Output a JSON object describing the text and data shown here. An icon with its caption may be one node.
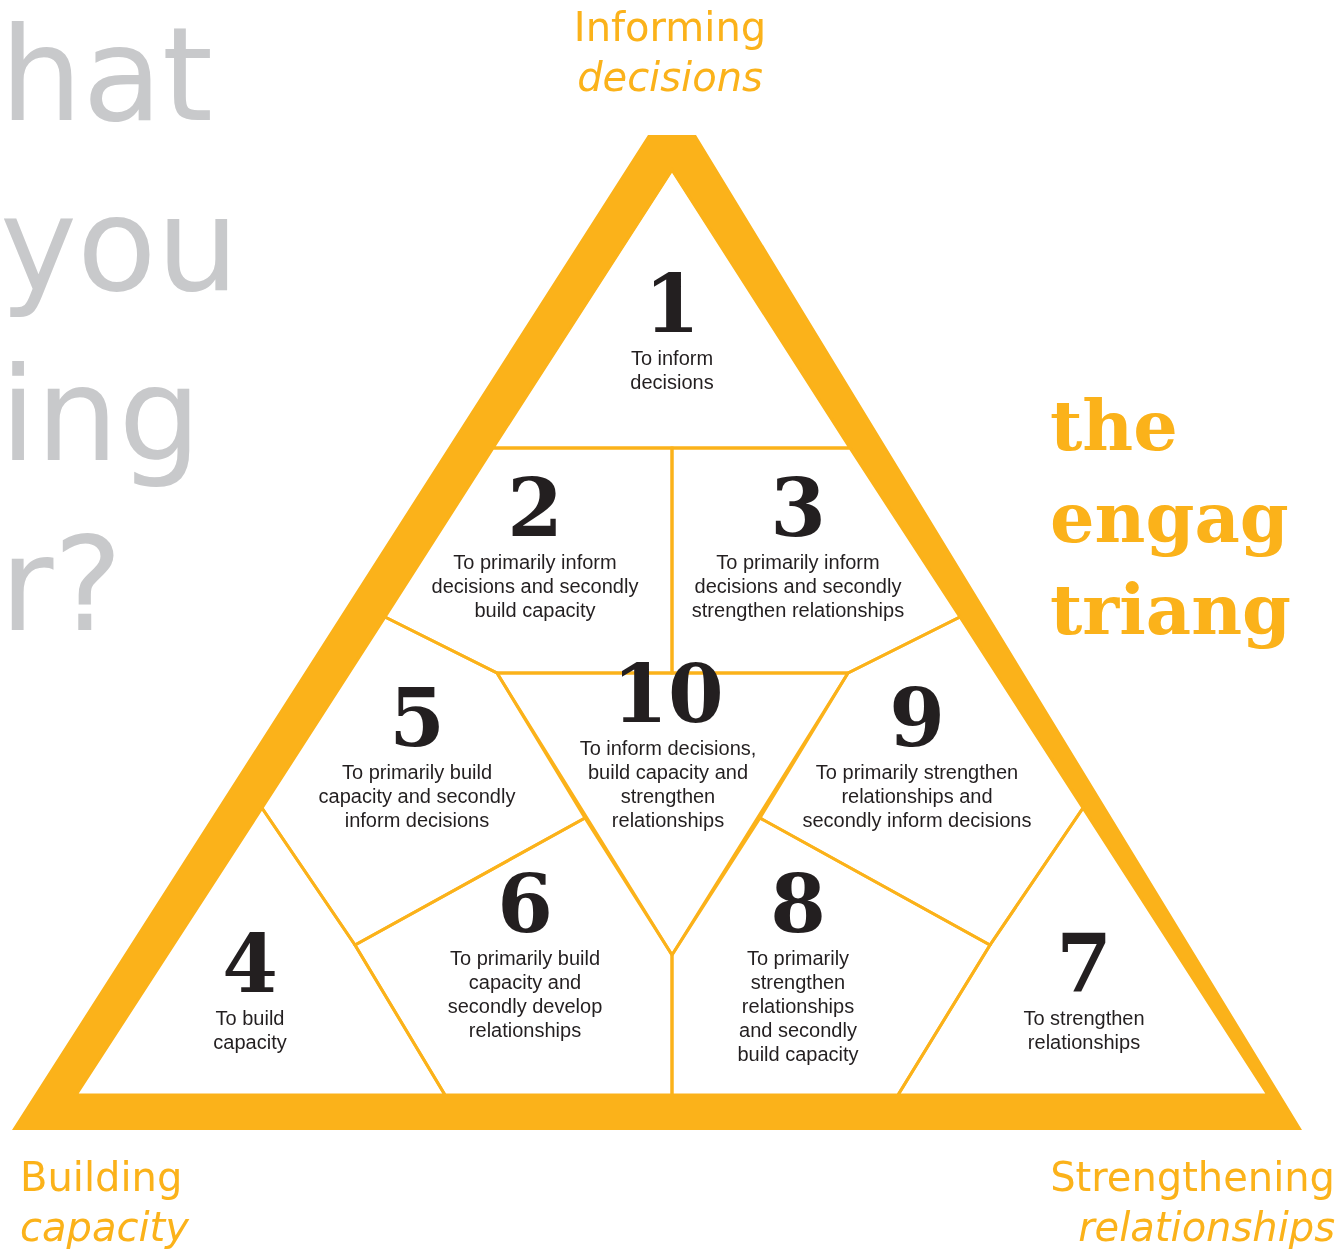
{
  "diagram": {
    "nodes": [
      {
        "text": [],
        "shape": "triangle"
      },
      {
        "text": [
          "1",
          "To inform decisions"
        ],
        "in": 0
      },
      {
        "text": [
          "2",
          "To primarily inform decisions and secondly build capacity"
        ],
        "in": 0
      },
      {
        "text": [
          "3",
          "To primarily inform decisions and secondly strengthen relationships"
        ],
        "in": 0
      },
      {
        "text": [
          "5",
          "To primarily build capacity and secondly inform decisions"
        ],
        "in": 0
      },
      {
        "text": [
          "10",
          "To inform decisions, build capacity and strengthen relationships"
        ],
        "in": 0
      },
      {
        "text": [
          "9",
          "To primarily strengthen relationships and secondly inform decisions"
        ],
        "in": 0
      },
      {
        "text": [
          "4",
          "To build capacity"
        ],
        "in": 0
      },
      {
        "text": [
          "6",
          "To primarily build capacity and secondly develop relationships"
        ],
        "in": 0
      },
      {
        "text": [
          "8",
          "To primarily strengthen relationships and secondly build capacity"
        ],
        "in": 0
      },
      {
        "text": [
          "7",
          "To strengthen relationships"
        ],
        "in": 0
      }
    ],
    "labels": [
      "hat",
      "you",
      "ing",
      "r?",
      "Informing *decisions*",
      "the",
      "engag",
      "triang",
      "Building *capacity*",
      "Strengthening *relationships*"
    ]
  }
}
